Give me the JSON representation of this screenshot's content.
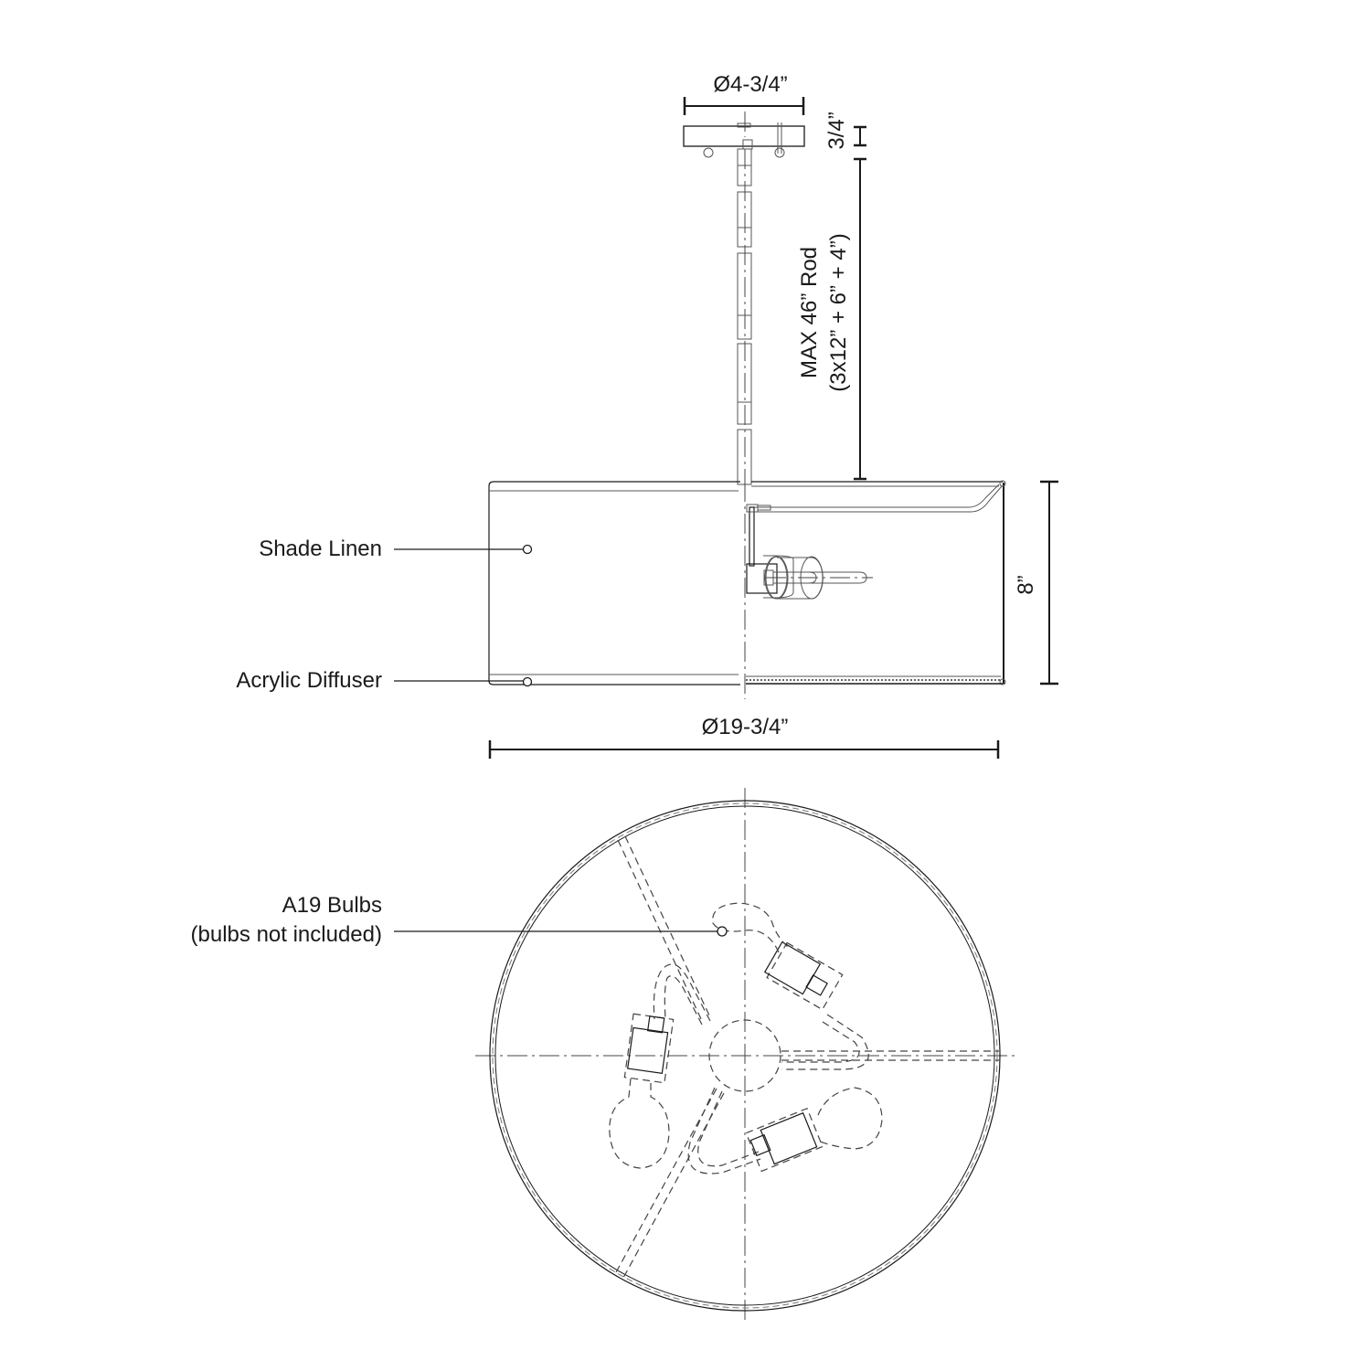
{
  "drawing": {
    "type": "product dimension drawing",
    "views": [
      "side elevation",
      "bottom plan"
    ],
    "line_color": "#1a1a1a",
    "background": "#ffffff"
  },
  "dimensions": {
    "canopy_diameter": "Ø4-3/4”",
    "canopy_height": "3/4”",
    "rod_max": "MAX 46” Rod",
    "rod_breakdown": "(3x12” + 6” + 4”)",
    "shade_height": "8”",
    "shade_diameter": "Ø19-3/4”"
  },
  "callouts": {
    "shade": "Shade Linen",
    "diffuser": "Acrylic Diffuser",
    "bulbs_line1": "A19 Bulbs",
    "bulbs_line2": "(bulbs not included)"
  }
}
